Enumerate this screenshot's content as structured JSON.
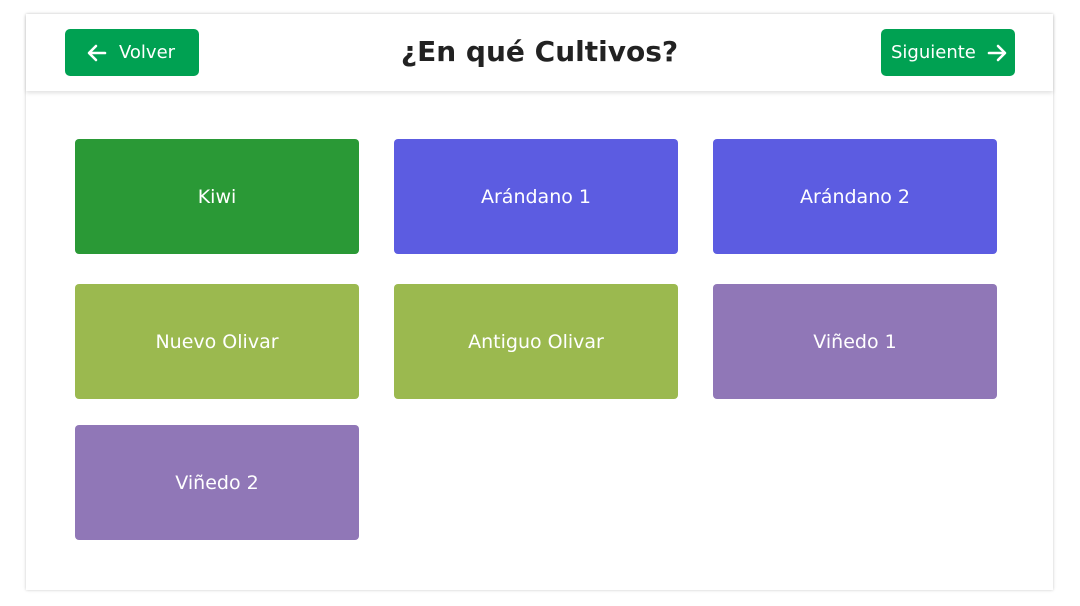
{
  "header": {
    "title": "¿En qué Cultivos?",
    "back_label": "Volver",
    "next_label": "Siguiente",
    "back_icon": "arrow-left-icon",
    "next_icon": "arrow-right-icon"
  },
  "colors": {
    "nav_button": "#00a152",
    "crop_green": "#2a9936",
    "crop_blue": "#5c5ce1",
    "crop_olive": "#9bb94f",
    "crop_purple": "#9077b7"
  },
  "crops": [
    {
      "label": "Kiwi",
      "color": "#2a9936"
    },
    {
      "label": "Arándano 1",
      "color": "#5c5ce1"
    },
    {
      "label": "Arándano 2",
      "color": "#5c5ce1"
    },
    {
      "label": "Nuevo Olivar",
      "color": "#9bb94f"
    },
    {
      "label": "Antiguo Olivar",
      "color": "#9bb94f"
    },
    {
      "label": "Viñedo 1",
      "color": "#9077b7"
    },
    {
      "label": "Viñedo 2",
      "color": "#9077b7"
    }
  ]
}
